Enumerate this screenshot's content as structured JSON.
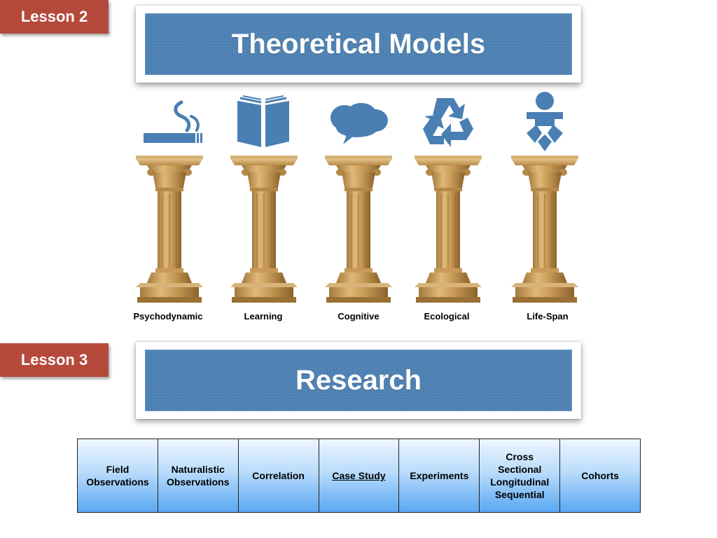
{
  "lesson2": {
    "tag": "Lesson 2",
    "title": "Theoretical Models"
  },
  "lesson3": {
    "tag": "Lesson 3",
    "title": "Research"
  },
  "models": [
    {
      "label": "Psychodynamic",
      "icon": "cigar-icon"
    },
    {
      "label": "Learning",
      "icon": "open-book-icon"
    },
    {
      "label": "Cognitive",
      "icon": "thought-bubble-icon"
    },
    {
      "label": "Ecological",
      "icon": "recycle-icon"
    },
    {
      "label": "Life-Span",
      "icon": "baby-icon"
    }
  ],
  "research_methods": [
    "Field\nObservations",
    "Naturalistic\nObservations",
    "Correlation",
    "Case Study",
    "Experiments",
    "Cross\nSectional\nLongitudinal\nSequential",
    "Cohorts"
  ],
  "colors": {
    "lesson_tag": "#b5493b",
    "banner": "#4e82b4",
    "icon": "#4a7fb3",
    "cell_gradient_top": "#eef6ff",
    "cell_gradient_bottom": "#5aa7f3"
  }
}
